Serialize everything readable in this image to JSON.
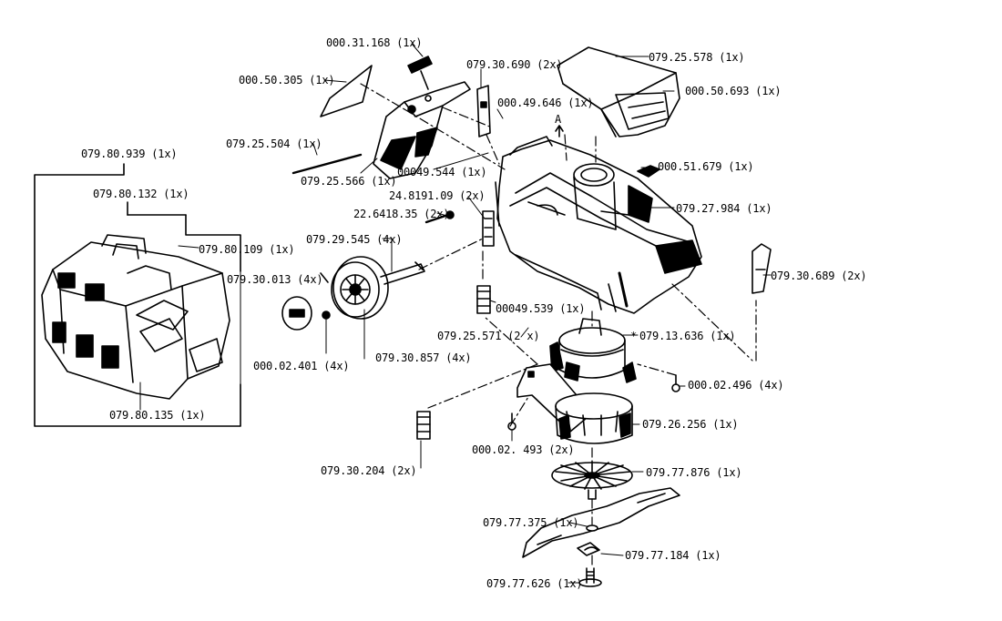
{
  "diagram": {
    "colors": {
      "ink": "#000000",
      "paper": "#ffffff"
    },
    "parts": {
      "p_000_31_168": "000.31.168 (1x)",
      "p_000_50_305": "000.50.305 (1x)",
      "p_079_30_690": "079.30.690 (2x)",
      "p_079_25_578": "079.25.578 (1x)",
      "p_000_50_693": "000.50.693 (1x)",
      "p_000_49_646": "000.49.646 (1x)",
      "p_079_25_504": "079.25.504 (1x)",
      "p_079_80_939": "079.80.939 (1x)",
      "p_079_25_566": "079.25.566 (1x)",
      "p_000_49_544": "00049.544 (1x)",
      "p_000_51_679": "000.51.679 (1x)",
      "p_079_80_132": "079.80.132 (1x)",
      "p_248_191_09": "24.8191.09 (2x)",
      "p_226_418_35": "22.6418.35 (2x)",
      "p_079_27_984": "079.27.984 (1x)",
      "p_079_29_545": "079.29.545 (4x)",
      "p_079_80_109": "079.80.109 (1x)",
      "p_079_30_013": "079.30.013 (4x)",
      "p_079_30_689": "079.30.689 (2x)",
      "p_000_49_539": "00049.539 (1x)",
      "p_079_25_571": "079.25.571 (2 x)",
      "p_079_13_636": "079.13.636 (1x)",
      "p_000_02_401": "000.02.401 (4x)",
      "p_079_30_857": "079.30.857 (4x)",
      "p_000_02_496": "000.02.496 (4x)",
      "p_079_80_135": "079.80.135 (1x)",
      "p_079_26_256": "079.26.256 (1x)",
      "p_000_02_493": "000.02. 493 (2x)",
      "p_079_30_204": "079.30.204 (2x)",
      "p_079_77_876": "079.77.876 (1x)",
      "p_079_77_375": "079.77.375 (1x)",
      "p_079_77_184": "079.77.184 (1x)",
      "p_079_77_626": "079.77.626 (1x)"
    },
    "marks": {
      "arrow_a": "A",
      "star": "*"
    },
    "icons": {
      "grass_box": "grass-collector-icon",
      "wheel": "wheel-icon",
      "housing": "mower-housing-icon",
      "motor": "motor-icon",
      "blade": "blade-icon",
      "fan": "fan-impeller-icon",
      "handle": "handle-bracket-icon",
      "cover": "motor-cover-icon"
    }
  }
}
